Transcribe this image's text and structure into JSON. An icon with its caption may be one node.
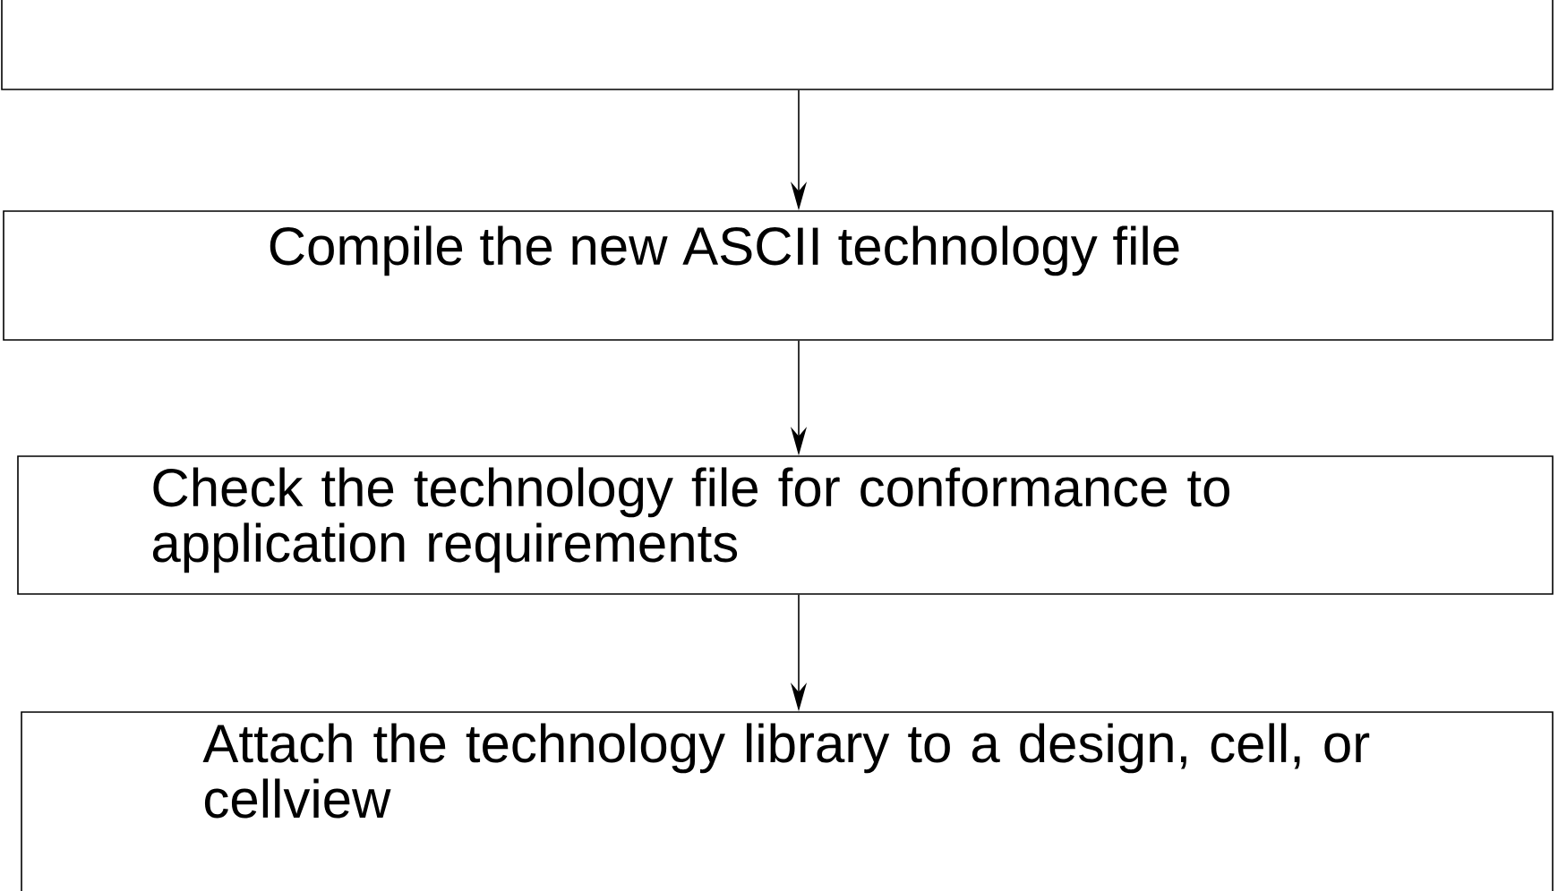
{
  "diagram": {
    "nodes": [
      {
        "text": [],
        "shape": "box"
      },
      {
        "text": [
          "Compile the new ASCII technology file"
        ]
      },
      {
        "text": [
          "Check the technology file for conformance to application requirements"
        ]
      },
      {
        "text": [
          "Attach the technology library to a design, cell, or cellview"
        ]
      }
    ],
    "edges": [
      {
        "from": 0,
        "to": 1,
        "arrow": "to"
      },
      {
        "from": 1,
        "to": 2,
        "arrow": "to"
      },
      {
        "from": 2,
        "to": 3,
        "arrow": "to"
      }
    ]
  }
}
